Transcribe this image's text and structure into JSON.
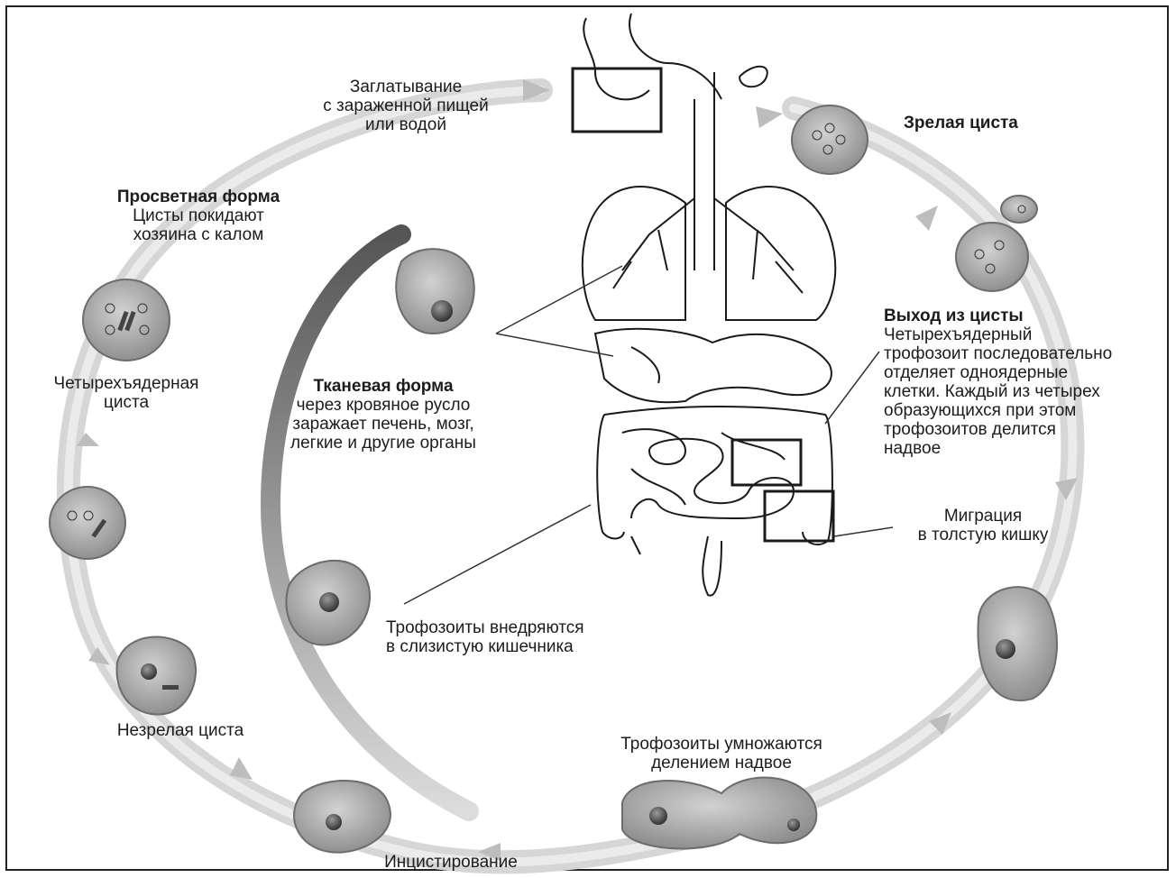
{
  "labels": {
    "ingestion": [
      "Заглатывание",
      "с зараженной пищей",
      "или водой"
    ],
    "mature_cyst": "Зрелая циста",
    "lumen_form_title": "Просветная форма",
    "lumen_form_text": [
      "Цисты покидают",
      "хозяина с калом"
    ],
    "four_nucleus_cyst": [
      "Четырехъядерная",
      "циста"
    ],
    "tissue_form_title": "Тканевая форма",
    "tissue_form_text": [
      "через кровяное русло",
      "заражает печень, мозг,",
      "легкие и другие органы"
    ],
    "excystation_title": "Выход из цисты",
    "excystation_text": [
      "Четырехъядерный",
      "трофозоит последовательно",
      "отделяет одноядерные",
      "клетки. Каждый из четырех",
      "образующихся при этом",
      "трофозоитов делится",
      "надвое"
    ],
    "migration": [
      "Миграция",
      "в толстую кишку"
    ],
    "trophozoites_invade": [
      "Трофозоиты внедряются",
      "в слизистую кишечника"
    ],
    "immature_cyst": "Незрелая циста",
    "trophozoites_multiply": [
      "Трофозоиты умножаются",
      "делением надвое"
    ],
    "encystation": "Инцистирование"
  },
  "colors": {
    "ring": "#d3d3d3",
    "cell_fill": "#9a9a9a",
    "cell_edge": "#6c6c6c",
    "organ_line": "#1a1a1a"
  }
}
